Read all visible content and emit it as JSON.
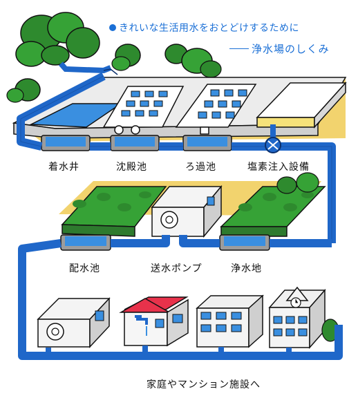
{
  "title": {
    "line1": "きれいな生活用水をおとどけするために",
    "line2": "浄水場のしくみ"
  },
  "labels": {
    "intake_well": "着水井",
    "sedimentation": "沈殿池",
    "filtration": "ろ過池",
    "chlorination": "塩素注入設備",
    "distribution_reservoir": "配水池",
    "pump": "送水ポンプ",
    "clean_water": "浄水地",
    "homes": "家庭やマンション施設へ"
  },
  "colors": {
    "water_pipe": "#1f67c9",
    "pipe_dark": "#0b2f6b",
    "water_surface": "#3a8fe0",
    "land": "#f2d36e",
    "tree_green": "#2e8a2e",
    "concrete": "#e6e6e6",
    "title_blue": "#1a6fd6"
  }
}
